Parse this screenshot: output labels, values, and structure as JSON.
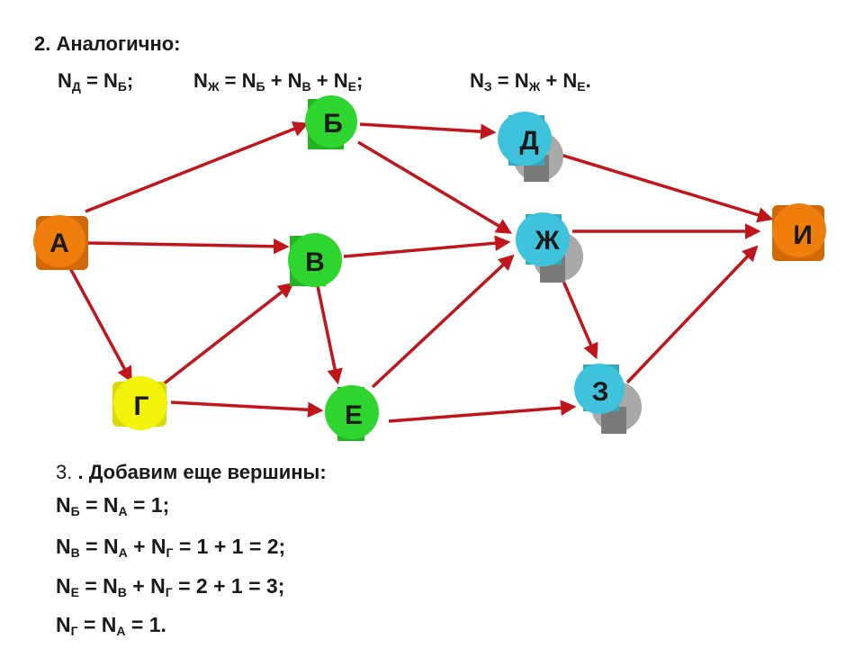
{
  "heading": "2. Аналогично:",
  "formulas": [
    {
      "lhs": "N",
      "lhs_sub": "Д",
      "eq": " = N",
      "parts": [
        {
          "sub": "Б"
        }
      ],
      "tail": ";"
    },
    {
      "lhs": "N",
      "lhs_sub": "Ж",
      "eq": " = N",
      "parts": [
        {
          "sub": "Б",
          "after": " + N"
        },
        {
          "sub": "В",
          "after": " + N"
        },
        {
          "sub": "Е"
        }
      ],
      "tail": ";"
    },
    {
      "lhs": "N",
      "lhs_sub": "З",
      "eq": " = N",
      "parts": [
        {
          "sub": "Ж",
          "after": " + N"
        },
        {
          "sub": "Е"
        }
      ],
      "tail": "."
    }
  ],
  "formula_text": {
    "f1": {
      "a": "N",
      "a_sub": "Д",
      "b": " = N",
      "b_sub": "Б",
      "end": ";"
    },
    "f2": {
      "a": "N",
      "a_sub": "Ж",
      "b": " = N",
      "b_sub": "Б",
      "c": " + N",
      "c_sub": "В",
      "d": " + N",
      "d_sub": "Е",
      "end": ";"
    },
    "f3": {
      "a": "N",
      "a_sub": "З",
      "b": " = N",
      "b_sub": "Ж",
      "c": " + N",
      "c_sub": "Е",
      "end": "."
    }
  },
  "step3": {
    "number": "3. ",
    "title": ". Добавим еще вершины:"
  },
  "equations": {
    "e1": {
      "a": "N",
      "a_sub": "Б",
      "b": " = N",
      "b_sub": "А",
      "end": " = 1;"
    },
    "e2": {
      "a": "N",
      "a_sub": "В",
      "b": " = N",
      "b_sub": "А",
      "c": " + N",
      "c_sub": "Г",
      "end": " = 1 + 1 = 2;"
    },
    "e3": {
      "a": "N",
      "a_sub": "Е",
      "b": " = N",
      "b_sub": "В",
      "c": " + N",
      "c_sub": "Г",
      "end": " = 2 + 1 = 3;"
    },
    "e4": {
      "a": "N",
      "a_sub": "Г",
      "b": " = N",
      "b_sub": "А",
      "end": " = 1."
    }
  },
  "nodes": {
    "A": {
      "label": "А",
      "color": "#f07e0c"
    },
    "B": {
      "label": "Б",
      "color": "#2fd52f"
    },
    "V": {
      "label": "В",
      "color": "#2fd52f"
    },
    "G": {
      "label": "Г",
      "color": "#f2f20a"
    },
    "D": {
      "label": "Д",
      "color": "#3fc3dc"
    },
    "ZH": {
      "label": "Ж",
      "color": "#3fc3dc"
    },
    "E": {
      "label": "Е",
      "color": "#2fd52f"
    },
    "Z": {
      "label": "З",
      "color": "#3fc3dc"
    },
    "I": {
      "label": "И",
      "color": "#f07e0c"
    }
  },
  "edge_color": "#c0161b",
  "ghost_color": "#a9a9a9"
}
